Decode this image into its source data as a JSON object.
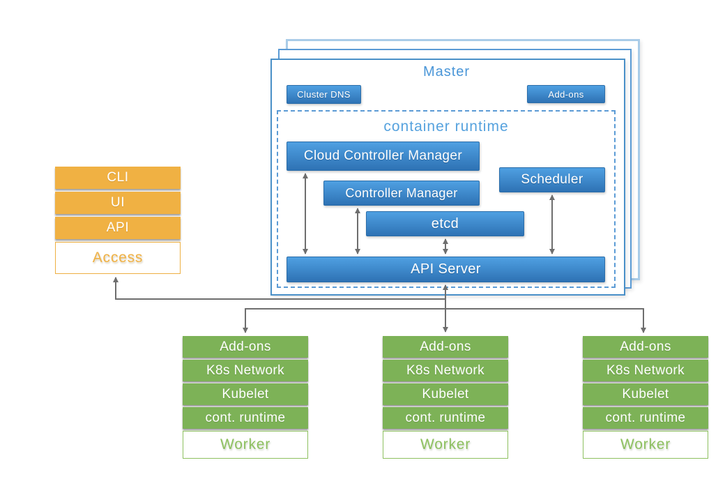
{
  "colors": {
    "blue_top": "#4FA0E2",
    "blue_bottom": "#2E72B4",
    "blue_border": "#2B6DA9",
    "blue_text": "#4A96D8",
    "runtime_text": "#56A2DE",
    "master_border": "#4A90C8",
    "master_back_border": "#5B9BD5",
    "master_outer_border": "#A9CCE8",
    "dashed_border": "#5B9BD5",
    "orange": "#F0B143",
    "orange_border": "#EDAF42",
    "orange_text": "#F0B144",
    "green": "#7DB257",
    "green_border": "#8DC05F",
    "green_text": "#8DC05F",
    "arrow_gray": "#6E6E6E"
  },
  "master": {
    "title": "Master",
    "cluster_dns_label": "Cluster DNS",
    "addons_label": "Add-ons",
    "container_runtime_label": "container runtime",
    "cloud_controller_manager_label": "Cloud Controller Manager",
    "controller_manager_label": "Controller Manager",
    "scheduler_label": "Scheduler",
    "etcd_label": "etcd",
    "api_server_label": "API Server"
  },
  "access": {
    "rows": [
      "CLI",
      "UI",
      "API"
    ],
    "label": "Access"
  },
  "workers": {
    "rows": [
      "Add-ons",
      "K8s Network",
      "Kubelet",
      "cont. runtime"
    ],
    "label": "Worker"
  }
}
